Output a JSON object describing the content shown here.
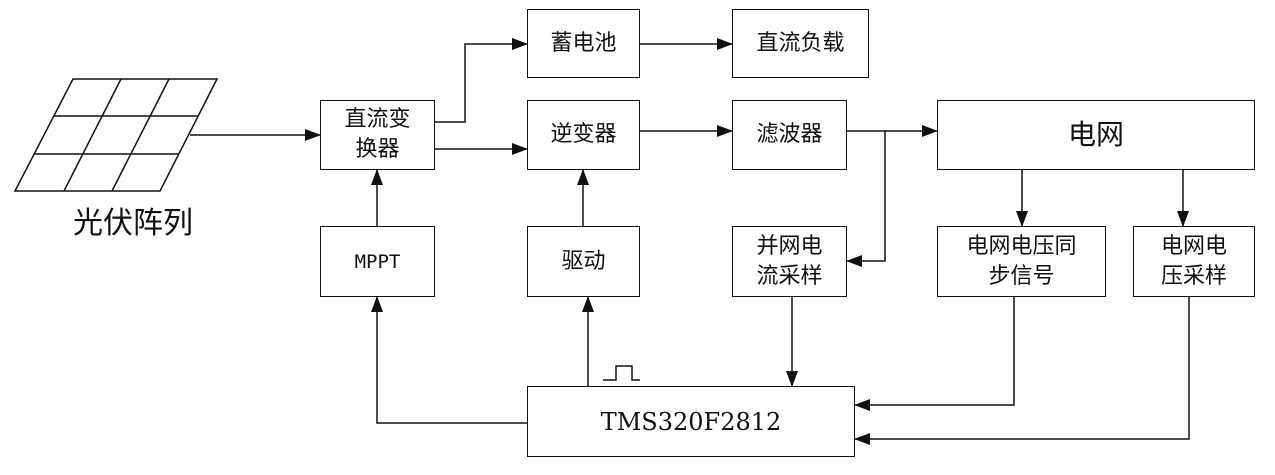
{
  "diagram": {
    "pv_array_label": "光伏阵列",
    "nodes": {
      "dc_converter": "直流变\n换器",
      "battery": "蓄电池",
      "dc_load": "直流负载",
      "inverter": "逆变器",
      "filter": "滤波器",
      "grid": "电网",
      "mppt": "MPPT",
      "driver": "驱动",
      "grid_current_sampling": "并网电\n流采样",
      "grid_voltage_sync": "电网电压同\n步信号",
      "grid_voltage_sampling": "电网电\n压采样",
      "controller": "TMS320F2812"
    },
    "colors": {
      "line": "#111111",
      "background": "#ffffff"
    }
  }
}
